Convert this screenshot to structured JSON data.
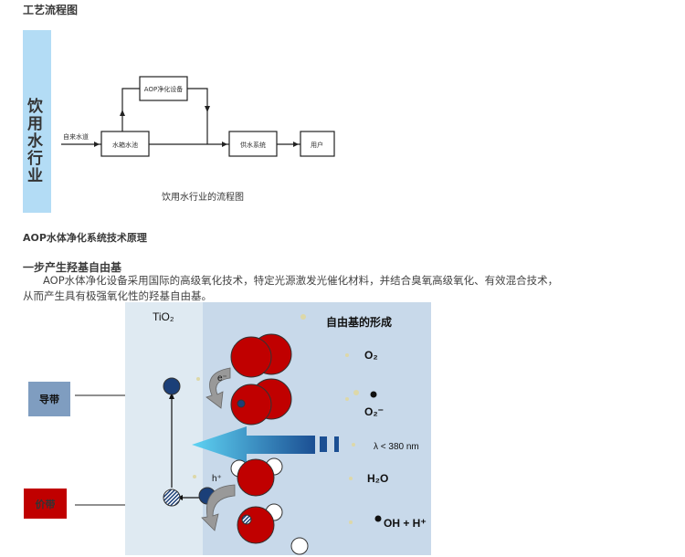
{
  "headings": {
    "process": "工艺流程图",
    "principle": "AOP水体净化系统技术原理",
    "step": "一步产生羟基自由基"
  },
  "paragraph": "AOP水体净化设备采用国际的高级氧化技术，特定光源激发光催化材料，并结合臭氧高级氧化、有效混合技术，从而产生具有极强氧化性的羟基自由基。",
  "flow": {
    "side_label": "饮用水行业",
    "inlet": "自来水道",
    "tank": "水箱水池",
    "aop": "AOP净化设备",
    "supply": "供水系统",
    "user": "用户",
    "caption": "饮用水行业的流程图"
  },
  "aop": {
    "tio2": "TiO₂",
    "title": "自由基的形成",
    "o2": "O₂",
    "o2_radical": "O₂⁻",
    "wavelength": "λ < 380 nm",
    "h2o": "H₂O",
    "oh": "OH + H⁺",
    "electron": "e⁻",
    "hole": "h⁺",
    "conduction_band": "导带",
    "valence_band": "价带"
  },
  "colors": {
    "red": "#c00000",
    "blue": "#1b3f78",
    "band_blue": "#7f9dc0",
    "bg": "#c8d9ea"
  }
}
